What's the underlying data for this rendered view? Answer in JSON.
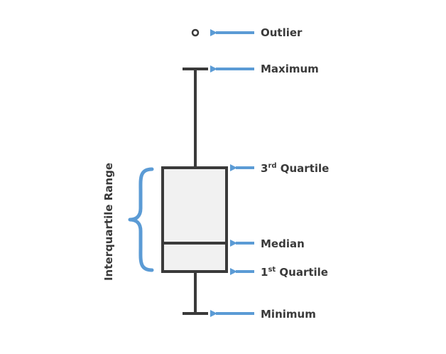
{
  "labels": {
    "outlier": "Outlier",
    "maximum": "Maximum",
    "q3_prefix": "3",
    "q3_sup": "rd",
    "q3_suffix": " Quartile",
    "median": "Median",
    "q1_prefix": "1",
    "q1_sup": "st",
    "q1_suffix": " Quartile",
    "minimum": "Minimum",
    "iqr": "Interquartile Range"
  },
  "colors": {
    "box_stroke": "#3a3a3a",
    "box_fill": "#f1f1f1",
    "arrow": "#5b9bd5",
    "brace": "#5b9bd5",
    "text": "#3a3a3a"
  }
}
